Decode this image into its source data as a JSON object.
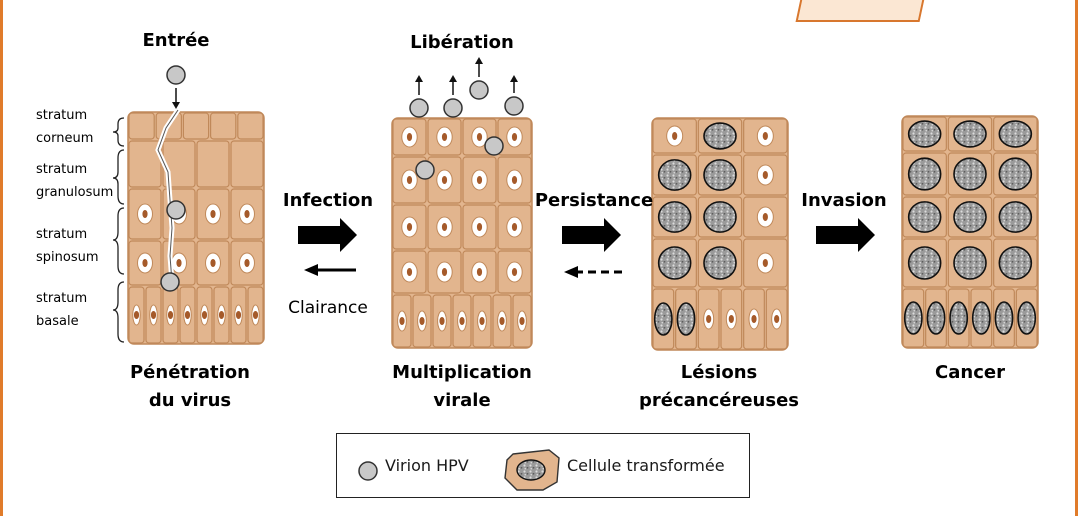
{
  "labels": {
    "entree": "Entrée",
    "liberation": "Libération",
    "infection": "Infection",
    "clairance": "Clairance",
    "persistance": "Persistance",
    "invasion": "Invasion"
  },
  "strata": {
    "corneum_line1": "stratum",
    "corneum_line2": "corneum",
    "granulosum_line1": "stratum",
    "granulosum_line2": "granulosum",
    "spinosum_line1": "stratum",
    "spinosum_line2": "spinosum",
    "basale_line1": "stratum",
    "basale_line2": "basale"
  },
  "stages": {
    "s1_line1": "Pénétration",
    "s1_line2": "du virus",
    "s2_line1": "Multiplication",
    "s2_line2": "virale",
    "s3_line1": "Lésions",
    "s3_line2": "précancéreuses",
    "s4_line1": "Cancer"
  },
  "legend": {
    "virion": "Virion HPV",
    "cell": "Cellule transformée"
  },
  "colors": {
    "tissue": "#e2b58e",
    "cell_stroke": "#c0895a",
    "nucleus": "#a55a2a",
    "virion": "#c8c8c8",
    "accent": "#e07b2a"
  }
}
